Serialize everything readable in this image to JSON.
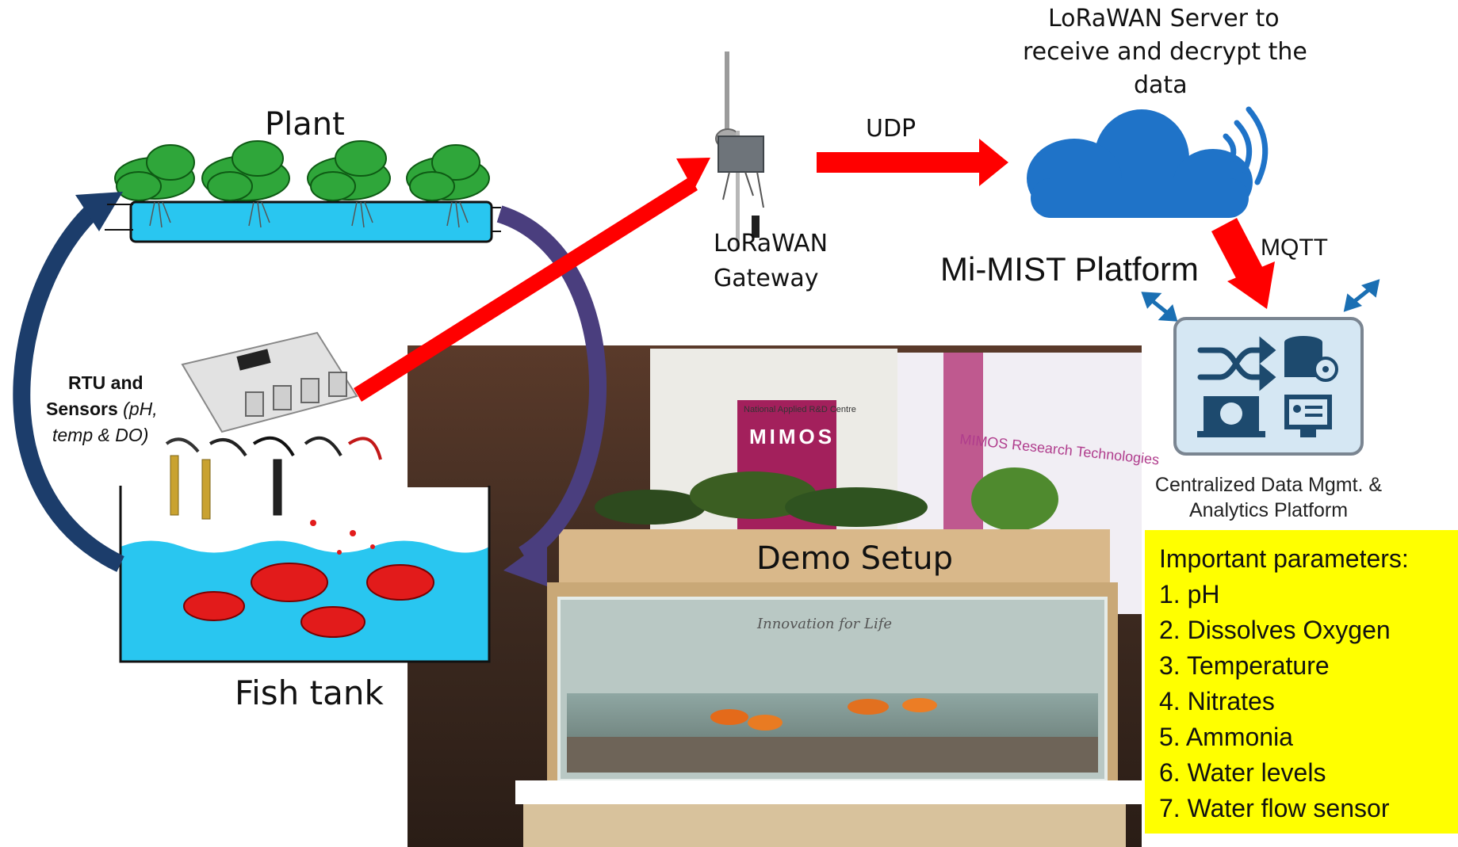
{
  "title_partial": "",
  "labels": {
    "plant": "Plant",
    "fish_tank": "Fish tank",
    "rtu_line1": "RTU and",
    "rtu_line2_bold": "Sensors",
    "rtu_line2_italic": "(pH,",
    "rtu_line3": "temp & DO)",
    "gateway_line1": "LoRaWAN",
    "gateway_line2": "Gateway",
    "udp": "UDP",
    "server_line1": "LoRaWAN Server to",
    "server_line2": "receive and decrypt the",
    "server_line3": "data",
    "platform": "Mi-MIST Platform",
    "mqtt": "MQTT",
    "analytics_line1": "Centralized Data Mgmt. &",
    "analytics_line2": "Analytics Platform",
    "demo": "Demo Setup"
  },
  "photo": {
    "banner_brand": "MIMOS",
    "banner_small": "National Applied R&D Centre",
    "booth_text": "MIMOS Research Technologies",
    "tank_sticker": "Innovation for Life"
  },
  "parameters": {
    "heading": "Important parameters:",
    "items": [
      "1. pH",
      "2. Dissolves Oxygen",
      "3. Temperature",
      "4. Nitrates",
      "5. Ammonia",
      "6. Water levels",
      "7. Water flow sensor"
    ]
  },
  "colors": {
    "arrow_red": "#ff0000",
    "tank_water": "#29c6f0",
    "left_loop": "#1c3d6b",
    "right_loop": "#4a3e7e",
    "cloud": "#1f73c8",
    "params_bg": "#ffff00",
    "title_orange": "#e8792a"
  }
}
